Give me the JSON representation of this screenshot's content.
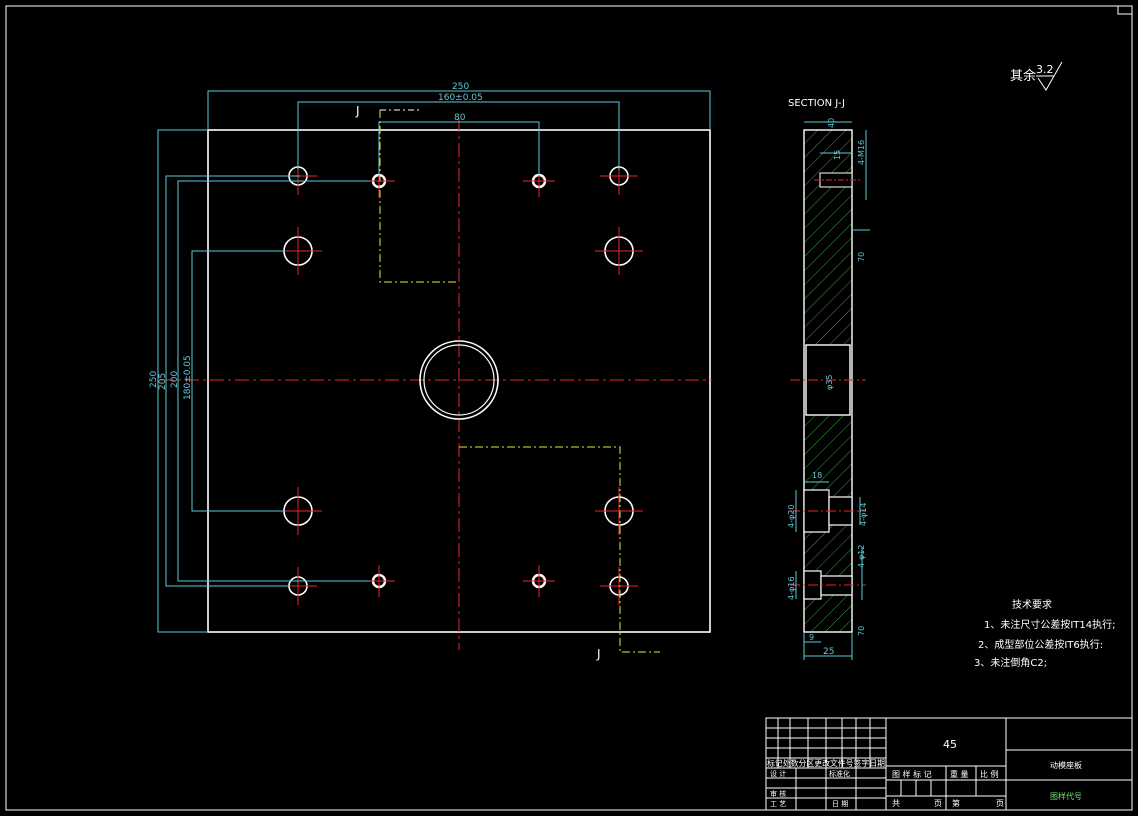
{
  "colors": {
    "background": "#000000",
    "outline": "#ffffff",
    "dimension": "#5cc8d8",
    "centerline": "#e8232b",
    "hidden": "#e8e23a",
    "hatch": "#3d9a3d",
    "title_green": "#6dea6d"
  },
  "roughness": {
    "prefix": "其余",
    "value": "3.2"
  },
  "plan_view": {
    "dims_top": {
      "overall": "250",
      "holes": "160±0.05",
      "inner": "80"
    },
    "dims_left": {
      "overall": "250",
      "d2": "205",
      "d3": "200",
      "d4": "180±0.05"
    },
    "section_mark": "J"
  },
  "section_view": {
    "title": "SECTION J-J",
    "dims": {
      "top": "40",
      "thread": "4-M16",
      "thread_depth": "15",
      "upper_len": "70",
      "bore": "φ35",
      "cbore_depth": "18",
      "cbore_dia": "4-φ20",
      "hole_dia": "4-φ14",
      "small_hole": "4-φ12",
      "small_cbore": "4-φ16",
      "lower_len": "70",
      "small_depth": "9",
      "thickness": "25"
    }
  },
  "tech_requirements": {
    "title": "技术要求",
    "items": [
      "1、未注尺寸公差按IT14执行;",
      "2、成型部位公差按IT6执行:",
      "3、未注倒角C2;"
    ]
  },
  "title_block": {
    "material": "45",
    "part_name": "动模座板",
    "drawing_no": "图样代号",
    "labels": {
      "revision_row": "标记处数分区更改文件号签字日期",
      "design": "设 计",
      "standardize": "标准化",
      "review": "审 核",
      "process": "工 艺",
      "date": "日 期",
      "stage_mark": "图 样 标 记",
      "weight": "重 量",
      "scale": "比 例",
      "total": "共",
      "sheets": "页",
      "sheet": "第",
      "page": "页"
    }
  }
}
